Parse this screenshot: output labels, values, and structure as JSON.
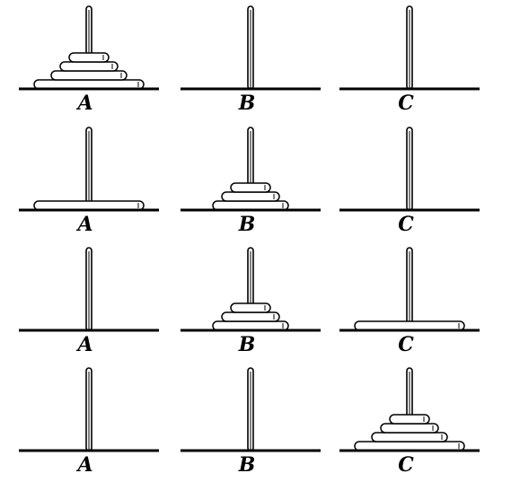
{
  "peg_labels": [
    "A",
    "B",
    "C"
  ],
  "steps": [
    {
      "pegs": [
        [
          4,
          3,
          2,
          1
        ],
        [],
        []
      ]
    },
    {
      "pegs": [
        [
          4
        ],
        [
          3,
          2,
          1
        ],
        []
      ]
    },
    {
      "pegs": [
        [],
        [
          3,
          2,
          1
        ],
        [
          4
        ]
      ]
    },
    {
      "pegs": [
        [],
        [],
        [
          4,
          3,
          2,
          1
        ]
      ]
    }
  ],
  "colors": {
    "stroke": "#000000",
    "fill": "#ffffff"
  }
}
